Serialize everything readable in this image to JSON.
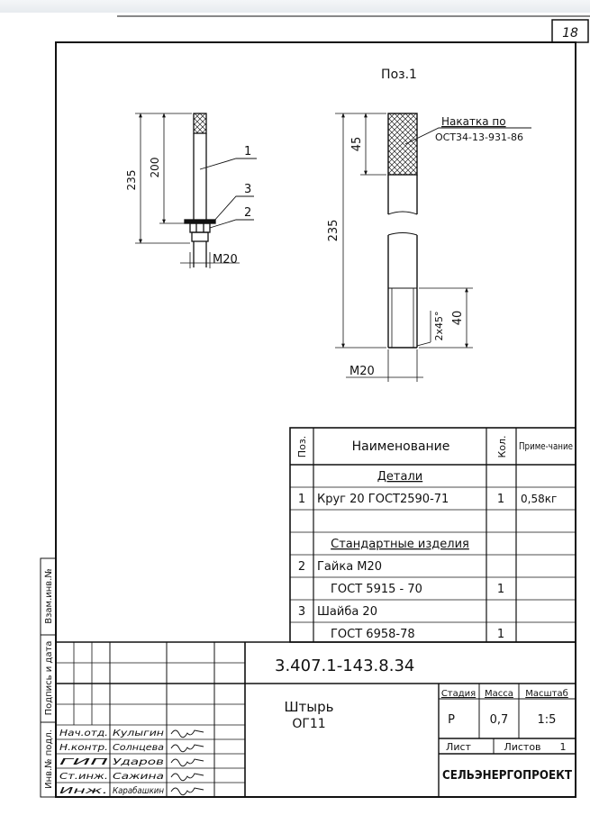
{
  "page_number": "18",
  "position_label": "Поз.1",
  "knurling_note": [
    "Накатка по",
    "ОСТ34-13-931-86"
  ],
  "dimensions": {
    "total_length": "235",
    "rod_length": "200",
    "knurl_length": "45",
    "thread_length": "40",
    "chamfer": "2x45°",
    "thread_size": "M20"
  },
  "callouts": [
    "1",
    "3",
    "2"
  ],
  "spec_table": {
    "headers": {
      "pos": "Поз.",
      "name": "Наименование",
      "qty": "Кол.",
      "note": "Приме-чание"
    },
    "rows": [
      {
        "pos": "",
        "name": "Детали",
        "qty": "",
        "note": ""
      },
      {
        "pos": "1",
        "name": "Круг 20 ГОСТ2590-71",
        "qty": "1",
        "note": "0,58кг"
      },
      {
        "pos": "",
        "name": "",
        "qty": "",
        "note": ""
      },
      {
        "pos": "",
        "name": "Стандартные изделия",
        "qty": "",
        "note": ""
      },
      {
        "pos": "2",
        "name": "Гайка  М20",
        "qty": "",
        "note": ""
      },
      {
        "pos": "",
        "name": "ГОСТ 5915 - 70",
        "qty": "1",
        "note": ""
      },
      {
        "pos": "3",
        "name": "Шайба 20",
        "qty": "",
        "note": ""
      },
      {
        "pos": "",
        "name": "ГОСТ 6958-78",
        "qty": "1",
        "note": ""
      }
    ]
  },
  "side_labels": [
    "Инв.№ подл.",
    "Подпись и дата",
    "Взам.инв.№"
  ],
  "title_block": {
    "document_code": "3.407.1-143.8.34",
    "product_name": "Штырь",
    "product_code": "ОГ11",
    "stage_header": "Стадия",
    "mass_header": "Масса",
    "scale_header": "Масштаб",
    "stage": "Р",
    "mass": "0,7",
    "scale": "1:5",
    "sheet_label": "Лист",
    "sheets_label": "Листов",
    "sheets_count": "1",
    "organization": "СЕЛЬЭНЕРГОПРОЕКТ",
    "staff": [
      {
        "role": "Нач.отд.",
        "name": "Кулыгин"
      },
      {
        "role": "Н.контр.",
        "name": "Солнцева"
      },
      {
        "role": "ГИП",
        "name": "Ударов"
      },
      {
        "role": "Ст.инж.",
        "name": "Сажина"
      },
      {
        "role": "Инж.",
        "name": "Карабашкин"
      }
    ]
  }
}
